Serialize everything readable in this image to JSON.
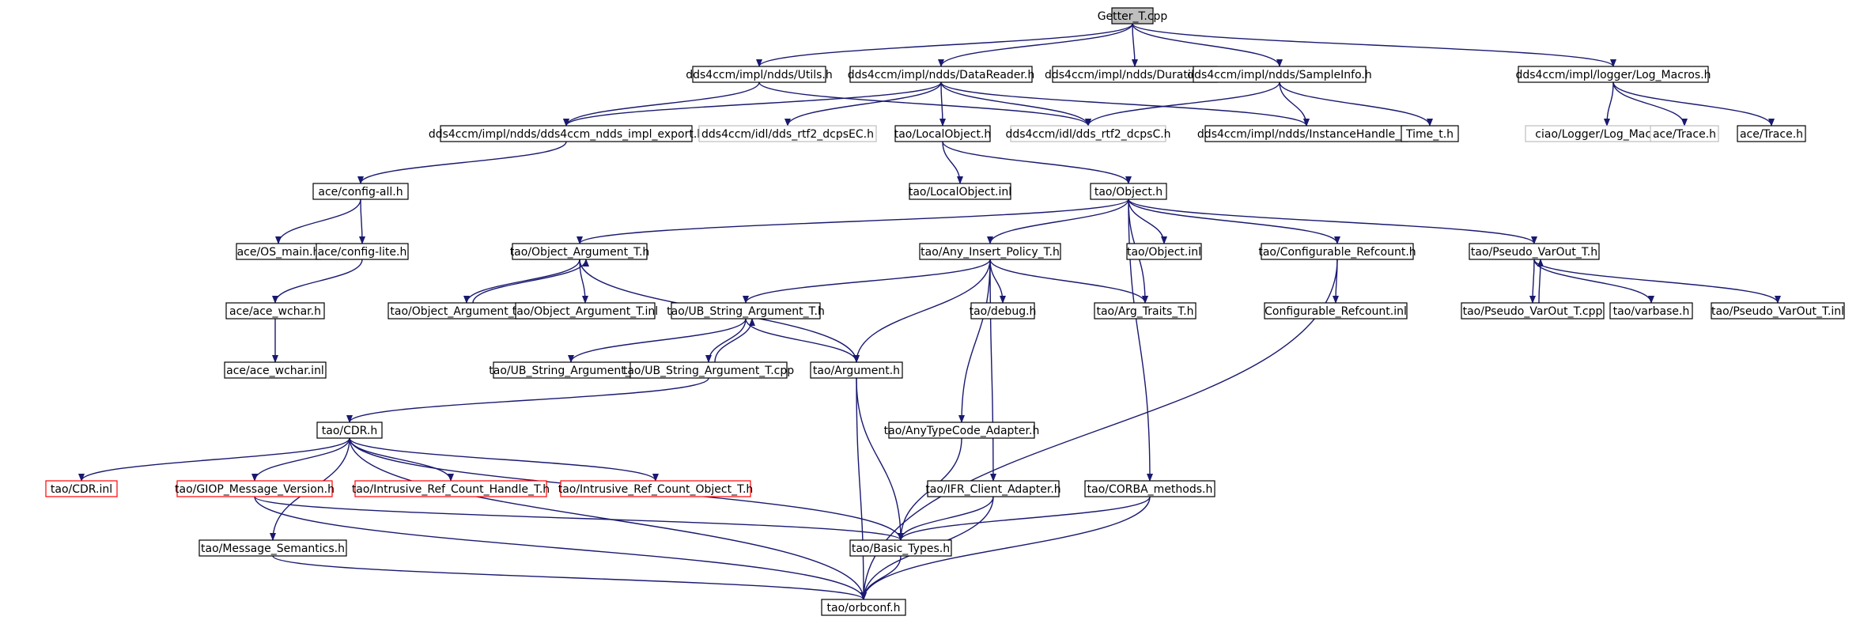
{
  "colors": {
    "edge": "#191970",
    "box_black": "#000000",
    "box_red": "#ff0000",
    "box_gray": "#bfbfbf",
    "root_fill": "#bfbfbf"
  },
  "nodes": [
    {
      "id": "getter_t_cpp",
      "label": "Getter_T.cpp",
      "style": "root"
    },
    {
      "id": "utils_h",
      "label": "dds4ccm/impl/ndds/Utils.h",
      "style": "black"
    },
    {
      "id": "datareader_h",
      "label": "dds4ccm/impl/ndds/DataReader.h",
      "style": "black"
    },
    {
      "id": "duration_t_h",
      "label": "dds4ccm/impl/ndds/Duration_t.h",
      "style": "black"
    },
    {
      "id": "sampleinfo_h",
      "label": "dds4ccm/impl/ndds/SampleInfo.h",
      "style": "black"
    },
    {
      "id": "log_macros_h",
      "label": "dds4ccm/impl/logger/Log_Macros.h",
      "style": "black"
    },
    {
      "id": "impl_export_h",
      "label": "dds4ccm/impl/ndds/dds4ccm_ndds_impl_export.h",
      "style": "black"
    },
    {
      "id": "dcpsec_h",
      "label": "dds4ccm/idl/dds_rtf2_dcpsEC.h",
      "style": "gray"
    },
    {
      "id": "localobject_h",
      "label": "tao/LocalObject.h",
      "style": "black"
    },
    {
      "id": "dcpsc_h",
      "label": "dds4ccm/idl/dds_rtf2_dcpsC.h",
      "style": "gray"
    },
    {
      "id": "instancehandle_h",
      "label": "dds4ccm/impl/ndds/InstanceHandle_t.h",
      "style": "black"
    },
    {
      "id": "time_t_h",
      "label": "Time_t.h",
      "style": "black"
    },
    {
      "id": "ciao_log_macros_h",
      "label": "ciao/Logger/Log_Macros.h",
      "style": "gray"
    },
    {
      "id": "ace_trace_gray",
      "label": "ace/Trace.h",
      "style": "gray"
    },
    {
      "id": "ace_trace_black",
      "label": "ace/Trace.h",
      "style": "black"
    },
    {
      "id": "config_all_h",
      "label": "ace/config-all.h",
      "style": "black"
    },
    {
      "id": "localobject_inl",
      "label": "tao/LocalObject.inl",
      "style": "black"
    },
    {
      "id": "object_h",
      "label": "tao/Object.h",
      "style": "black"
    },
    {
      "id": "os_main_h",
      "label": "ace/OS_main.h",
      "style": "black"
    },
    {
      "id": "config_lite_h",
      "label": "ace/config-lite.h",
      "style": "black"
    },
    {
      "id": "object_argument_t_h",
      "label": "tao/Object_Argument_T.h",
      "style": "black"
    },
    {
      "id": "any_insert_policy_t_h",
      "label": "tao/Any_Insert_Policy_T.h",
      "style": "black"
    },
    {
      "id": "object_inl",
      "label": "tao/Object.inl",
      "style": "black"
    },
    {
      "id": "configurable_refcount_h",
      "label": "tao/Configurable_Refcount.h",
      "style": "black"
    },
    {
      "id": "pseudo_varout_t_h",
      "label": "tao/Pseudo_VarOut_T.h",
      "style": "black"
    },
    {
      "id": "ace_wchar_h",
      "label": "ace/ace_wchar.h",
      "style": "black"
    },
    {
      "id": "object_argument_t_cpp",
      "label": "tao/Object_Argument_T.cpp",
      "style": "black"
    },
    {
      "id": "object_argument_t_inl",
      "label": "tao/Object_Argument_T.inl",
      "style": "black"
    },
    {
      "id": "ub_string_argument_t_h",
      "label": "tao/UB_String_Argument_T.h",
      "style": "black"
    },
    {
      "id": "debug_h",
      "label": "tao/debug.h",
      "style": "black"
    },
    {
      "id": "arg_traits_t_h",
      "label": "tao/Arg_Traits_T.h",
      "style": "black"
    },
    {
      "id": "configurable_refcount_inl",
      "label": "Configurable_Refcount.inl",
      "style": "black"
    },
    {
      "id": "pseudo_varout_t_cpp",
      "label": "tao/Pseudo_VarOut_T.cpp",
      "style": "black"
    },
    {
      "id": "varbase_h",
      "label": "tao/varbase.h",
      "style": "black"
    },
    {
      "id": "pseudo_varout_t_inl",
      "label": "tao/Pseudo_VarOut_T.inl",
      "style": "black"
    },
    {
      "id": "ace_wchar_inl",
      "label": "ace/ace_wchar.inl",
      "style": "black"
    },
    {
      "id": "ub_string_argument_t_inl",
      "label": "tao/UB_String_Argument_T.inl",
      "style": "black"
    },
    {
      "id": "ub_string_argument_t_cpp",
      "label": "tao/UB_String_Argument_T.cpp",
      "style": "black"
    },
    {
      "id": "argument_h",
      "label": "tao/Argument.h",
      "style": "black"
    },
    {
      "id": "cdr_h",
      "label": "tao/CDR.h",
      "style": "black"
    },
    {
      "id": "anytypecode_adapter_h",
      "label": "tao/AnyTypeCode_Adapter.h",
      "style": "black"
    },
    {
      "id": "cdr_inl",
      "label": "tao/CDR.inl",
      "style": "red"
    },
    {
      "id": "giop_message_version_h",
      "label": "tao/GIOP_Message_Version.h",
      "style": "red"
    },
    {
      "id": "intrusive_handle_t_h",
      "label": "tao/Intrusive_Ref_Count_Handle_T.h",
      "style": "red"
    },
    {
      "id": "intrusive_object_t_h",
      "label": "tao/Intrusive_Ref_Count_Object_T.h",
      "style": "red"
    },
    {
      "id": "ifr_client_adapter_h",
      "label": "tao/IFR_Client_Adapter.h",
      "style": "black"
    },
    {
      "id": "corba_methods_h",
      "label": "tao/CORBA_methods.h",
      "style": "black"
    },
    {
      "id": "message_semantics_h",
      "label": "tao/Message_Semantics.h",
      "style": "black"
    },
    {
      "id": "basic_types_h",
      "label": "tao/Basic_Types.h",
      "style": "black"
    },
    {
      "id": "orbconf_h",
      "label": "tao/orbconf.h",
      "style": "black"
    }
  ],
  "edges": [
    [
      "getter_t_cpp",
      "utils_h"
    ],
    [
      "getter_t_cpp",
      "datareader_h"
    ],
    [
      "getter_t_cpp",
      "duration_t_h"
    ],
    [
      "getter_t_cpp",
      "sampleinfo_h"
    ],
    [
      "getter_t_cpp",
      "log_macros_h"
    ],
    [
      "utils_h",
      "impl_export_h"
    ],
    [
      "utils_h",
      "dcpsc_h"
    ],
    [
      "datareader_h",
      "impl_export_h"
    ],
    [
      "datareader_h",
      "dcpsec_h"
    ],
    [
      "datareader_h",
      "localobject_h"
    ],
    [
      "datareader_h",
      "dcpsc_h"
    ],
    [
      "datareader_h",
      "instancehandle_h"
    ],
    [
      "sampleinfo_h",
      "dcpsc_h"
    ],
    [
      "sampleinfo_h",
      "instancehandle_h"
    ],
    [
      "sampleinfo_h",
      "time_t_h"
    ],
    [
      "log_macros_h",
      "ciao_log_macros_h"
    ],
    [
      "log_macros_h",
      "ace_trace_gray"
    ],
    [
      "log_macros_h",
      "ace_trace_black"
    ],
    [
      "impl_export_h",
      "config_all_h"
    ],
    [
      "localobject_h",
      "localobject_inl"
    ],
    [
      "localobject_h",
      "object_h"
    ],
    [
      "config_all_h",
      "os_main_h"
    ],
    [
      "config_all_h",
      "config_lite_h"
    ],
    [
      "config_lite_h",
      "ace_wchar_h"
    ],
    [
      "ace_wchar_h",
      "ace_wchar_inl"
    ],
    [
      "object_h",
      "object_argument_t_h"
    ],
    [
      "object_h",
      "any_insert_policy_t_h"
    ],
    [
      "object_h",
      "arg_traits_t_h"
    ],
    [
      "object_h",
      "object_inl"
    ],
    [
      "object_h",
      "configurable_refcount_h"
    ],
    [
      "object_h",
      "pseudo_varout_t_h"
    ],
    [
      "object_h",
      "corba_methods_h"
    ],
    [
      "object_argument_t_h",
      "object_argument_t_cpp"
    ],
    [
      "object_argument_t_cpp",
      "object_argument_t_h"
    ],
    [
      "object_argument_t_h",
      "object_argument_t_inl"
    ],
    [
      "object_argument_t_h",
      "argument_h"
    ],
    [
      "any_insert_policy_t_h",
      "ub_string_argument_t_h"
    ],
    [
      "any_insert_policy_t_h",
      "argument_h"
    ],
    [
      "any_insert_policy_t_h",
      "debug_h"
    ],
    [
      "any_insert_policy_t_h",
      "arg_traits_t_h"
    ],
    [
      "any_insert_policy_t_h",
      "anytypecode_adapter_h"
    ],
    [
      "any_insert_policy_t_h",
      "ifr_client_adapter_h"
    ],
    [
      "configurable_refcount_h",
      "configurable_refcount_inl"
    ],
    [
      "configurable_refcount_h",
      "orbconf_h"
    ],
    [
      "pseudo_varout_t_h",
      "pseudo_varout_t_cpp"
    ],
    [
      "pseudo_varout_t_cpp",
      "pseudo_varout_t_h"
    ],
    [
      "pseudo_varout_t_h",
      "varbase_h"
    ],
    [
      "pseudo_varout_t_h",
      "pseudo_varout_t_inl"
    ],
    [
      "ub_string_argument_t_h",
      "ub_string_argument_t_inl"
    ],
    [
      "ub_string_argument_t_h",
      "ub_string_argument_t_cpp"
    ],
    [
      "ub_string_argument_t_cpp",
      "ub_string_argument_t_h"
    ],
    [
      "ub_string_argument_t_h",
      "argument_h"
    ],
    [
      "ub_string_argument_t_cpp",
      "cdr_h"
    ],
    [
      "argument_h",
      "basic_types_h"
    ],
    [
      "argument_h",
      "orbconf_h"
    ],
    [
      "cdr_h",
      "cdr_inl"
    ],
    [
      "cdr_h",
      "giop_message_version_h"
    ],
    [
      "cdr_h",
      "intrusive_handle_t_h"
    ],
    [
      "cdr_h",
      "intrusive_object_t_h"
    ],
    [
      "cdr_h",
      "message_semantics_h"
    ],
    [
      "cdr_h",
      "basic_types_h"
    ],
    [
      "cdr_h",
      "orbconf_h"
    ],
    [
      "anytypecode_adapter_h",
      "basic_types_h"
    ],
    [
      "giop_message_version_h",
      "basic_types_h"
    ],
    [
      "giop_message_version_h",
      "orbconf_h"
    ],
    [
      "ifr_client_adapter_h",
      "basic_types_h"
    ],
    [
      "ifr_client_adapter_h",
      "orbconf_h"
    ],
    [
      "corba_methods_h",
      "basic_types_h"
    ],
    [
      "corba_methods_h",
      "orbconf_h"
    ],
    [
      "message_semantics_h",
      "orbconf_h"
    ],
    [
      "basic_types_h",
      "orbconf_h"
    ]
  ]
}
